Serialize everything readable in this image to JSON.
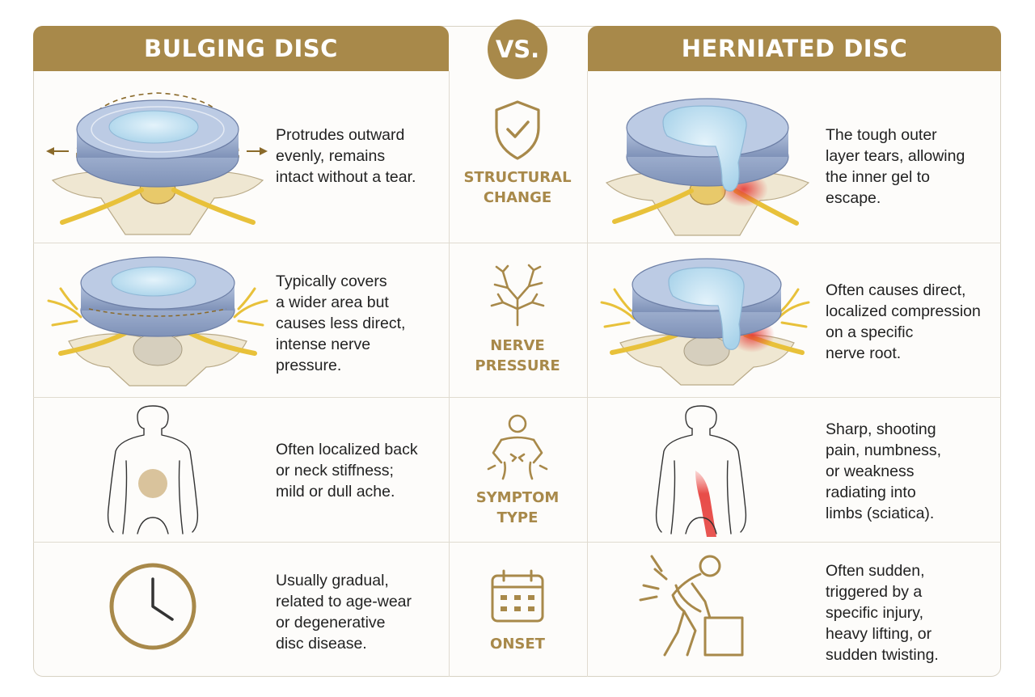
{
  "header": {
    "left_title": "BULGING DISC",
    "vs_label": "VS.",
    "right_title": "HERNIATED DISC"
  },
  "colors": {
    "gold": "#a8894a",
    "disc_outer": "#a9b9d6",
    "disc_inner": "#c7e1f0",
    "nerve": "#e8c13a",
    "bone": "#efe7d2",
    "pain": "#e53935"
  },
  "rows": [
    {
      "category": [
        "STRUCTURAL",
        "CHANGE"
      ],
      "category_icon": "shield-check-icon",
      "left_icon": "bulging-disc-illustration",
      "left_text": [
        "Protrudes outward",
        "evenly, remains",
        "intact without a tear."
      ],
      "right_icon": "herniated-disc-illustration",
      "right_text": [
        "The tough outer",
        "layer tears, allowing",
        "the inner gel to",
        "escape."
      ]
    },
    {
      "category": [
        "NERVE",
        "PRESSURE"
      ],
      "category_icon": "nerve-branch-icon",
      "left_icon": "bulging-disc-nerve-illustration",
      "left_text": [
        "Typically covers",
        "a wider area but",
        "causes less direct,",
        "intense nerve",
        "pressure."
      ],
      "right_icon": "herniated-disc-nerve-illustration",
      "right_text": [
        "Often causes direct,",
        "localized compression",
        "on a specific",
        "nerve root."
      ]
    },
    {
      "category": [
        "SYMPTOM",
        "TYPE"
      ],
      "category_icon": "back-pain-figure-icon",
      "left_icon": "back-localized-pain-illustration",
      "left_text": [
        "Often localized back",
        "or neck stiffness;",
        "mild or dull ache."
      ],
      "right_icon": "back-radiating-pain-illustration",
      "right_text": [
        "Sharp, shooting",
        "pain, numbness,",
        "or weakness",
        "radiating into",
        "limbs (sciatica)."
      ]
    },
    {
      "category": [
        "ONSET"
      ],
      "category_icon": "calendar-icon",
      "left_icon": "clock-icon",
      "left_text": [
        "Usually gradual,",
        "related to age-wear",
        "or degenerative",
        "disc disease."
      ],
      "right_icon": "lifting-injury-icon",
      "right_text": [
        "Often sudden,",
        "triggered by a",
        "specific injury,",
        "heavy lifting, or",
        "sudden twisting."
      ]
    }
  ]
}
